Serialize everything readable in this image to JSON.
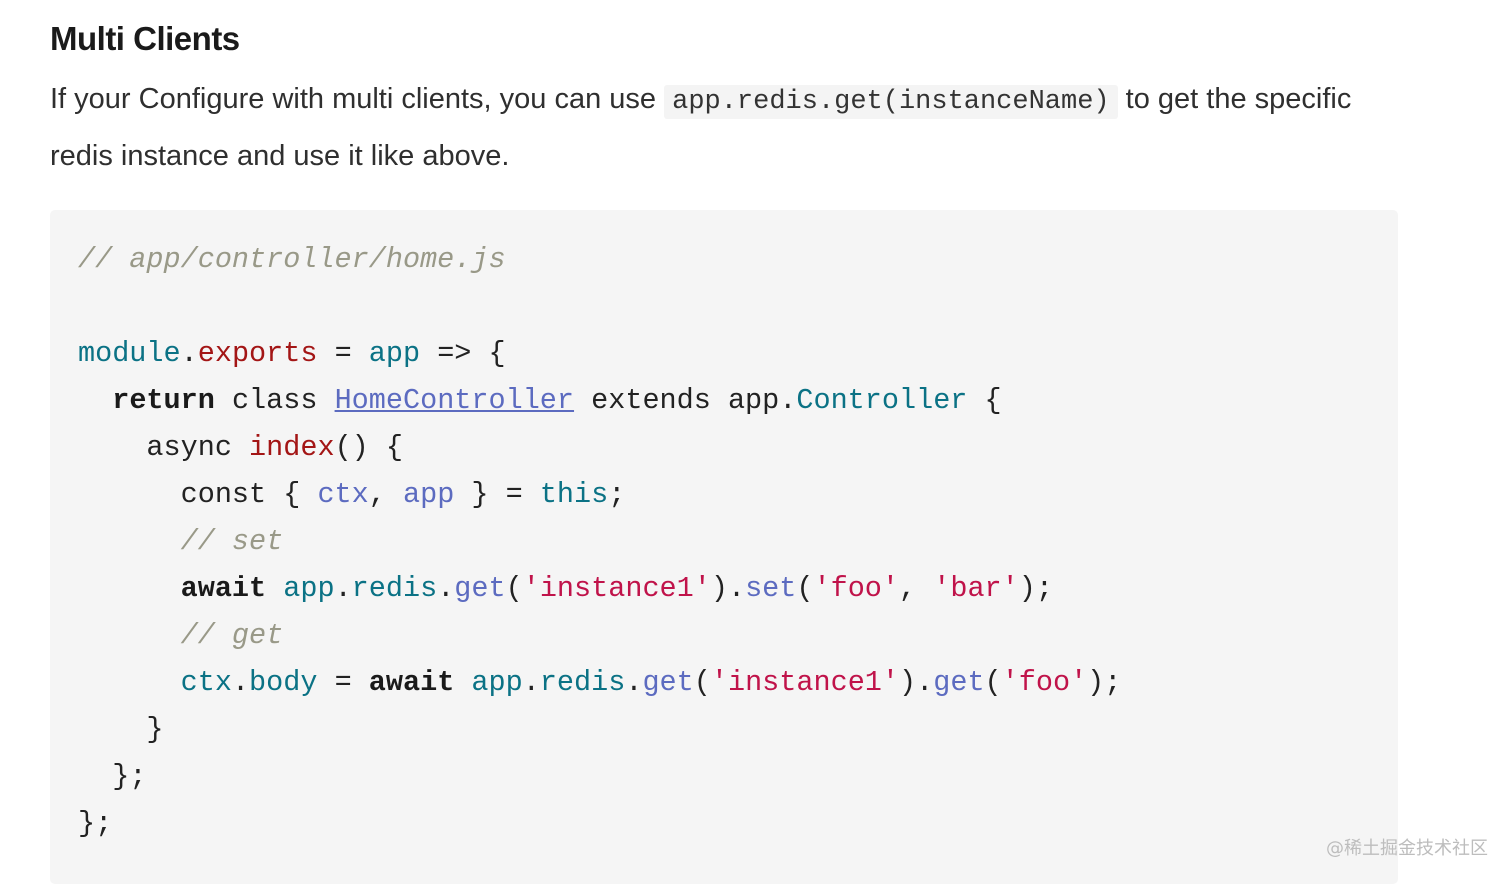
{
  "section": {
    "title": "Multi Clients",
    "intro_before": "If your Configure with multi clients, you can use ",
    "intro_code": "app.redis.get(instanceName)",
    "intro_after": " to get the specific redis instance and use it like above."
  },
  "code": {
    "comment_file": "// app/controller/home.js",
    "module": "module",
    "dot": ".",
    "exports": "exports",
    "assign_arrow": " = ",
    "app": "app",
    "arrow": " => {",
    "return_kw": "return",
    "class_kw": " class ",
    "class_name": "HomeController",
    "extends_kw": " extends app.",
    "controller": "Controller",
    "open_brace": " {",
    "async_kw": "async ",
    "index": "index",
    "paren_brace": "() {",
    "const_kw": "const { ",
    "ctx": "ctx",
    "comma": ", ",
    "app2": "app",
    "close_eq": " } = ",
    "this_kw": "this",
    "semicolon": ";",
    "comment_set": "// set",
    "await_kw": "await",
    "space": " ",
    "redis": "redis",
    "get": "get",
    "open_paren": "(",
    "str_instance1": "'instance1'",
    "close_paren_dot": ").",
    "set": "set",
    "str_foo": "'foo'",
    "str_bar": "'bar'",
    "close_semicolon": ");",
    "comment_get": "// get",
    "body": "body",
    "eq": " = ",
    "close_method": "}",
    "close_class": "};",
    "close_module": "};"
  },
  "watermark": "@稀土掘金技术社区"
}
